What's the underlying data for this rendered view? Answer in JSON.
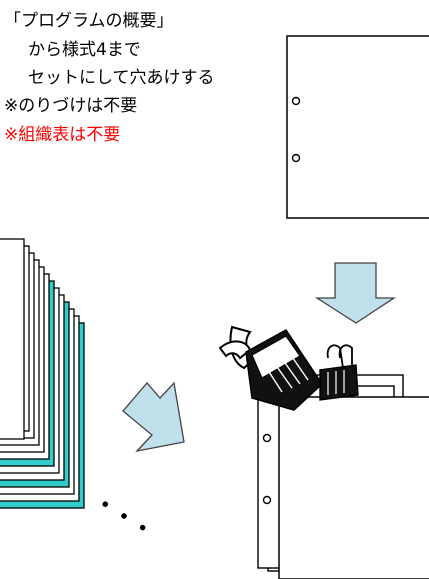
{
  "instructions": {
    "line1": "「プログラムの概要」",
    "line2": "から様式4まで",
    "line3": "セットにして穴あけする",
    "line4": "※のりづけは不要",
    "line5": "※組織表は不要"
  },
  "ellipsis": "・・・",
  "colors": {
    "text": "#000000",
    "warning_text": "#ff0000",
    "arrow_fill": "#c0e0ec",
    "stack_highlight": "#33cccc"
  },
  "icons": [
    "hole-punched-page-icon",
    "down-arrow-icon",
    "right-arrow-icon",
    "binder-clip-icon"
  ]
}
